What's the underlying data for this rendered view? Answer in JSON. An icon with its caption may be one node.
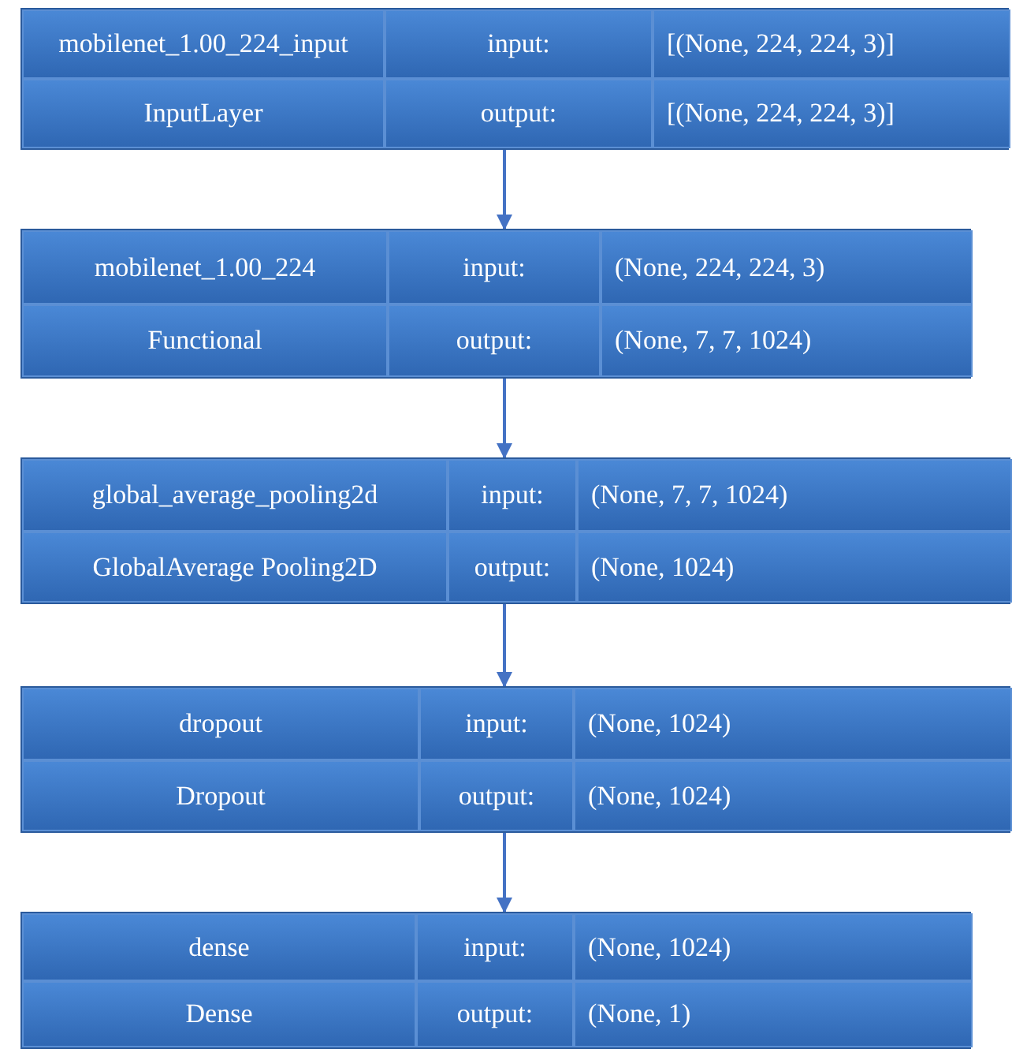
{
  "diagram": {
    "nodes": [
      {
        "text": [
          "mobilenet_1.00_224_input",
          "input:",
          "[(None, 224, 224, 3)]",
          "InputLayer",
          "output:",
          "[(None, 224, 224, 3)]"
        ]
      },
      {
        "text": [
          "mobilenet_1.00_224",
          "input:",
          "(None, 224, 224, 3)",
          "Functional",
          "output:",
          "(None, 7, 7, 1024)"
        ]
      },
      {
        "text": [
          "global_average_pooling2d",
          "input:",
          "(None, 7, 7, 1024)",
          "GlobalAverage Pooling2D",
          "output:",
          "(None, 1024)"
        ]
      },
      {
        "text": [
          "dropout",
          "input:",
          "(None, 1024)",
          "Dropout",
          "output:",
          "(None, 1024)"
        ]
      },
      {
        "text": [
          "dense",
          "input:",
          "(None, 1024)",
          "Dense",
          "output:",
          "(None, 1)"
        ]
      }
    ],
    "edges": [
      {
        "from": 0,
        "to": 1,
        "arrow": "to"
      },
      {
        "from": 1,
        "to": 2,
        "arrow": "to"
      },
      {
        "from": 2,
        "to": 3,
        "arrow": "to"
      },
      {
        "from": 3,
        "to": 4,
        "arrow": "to"
      }
    ]
  }
}
